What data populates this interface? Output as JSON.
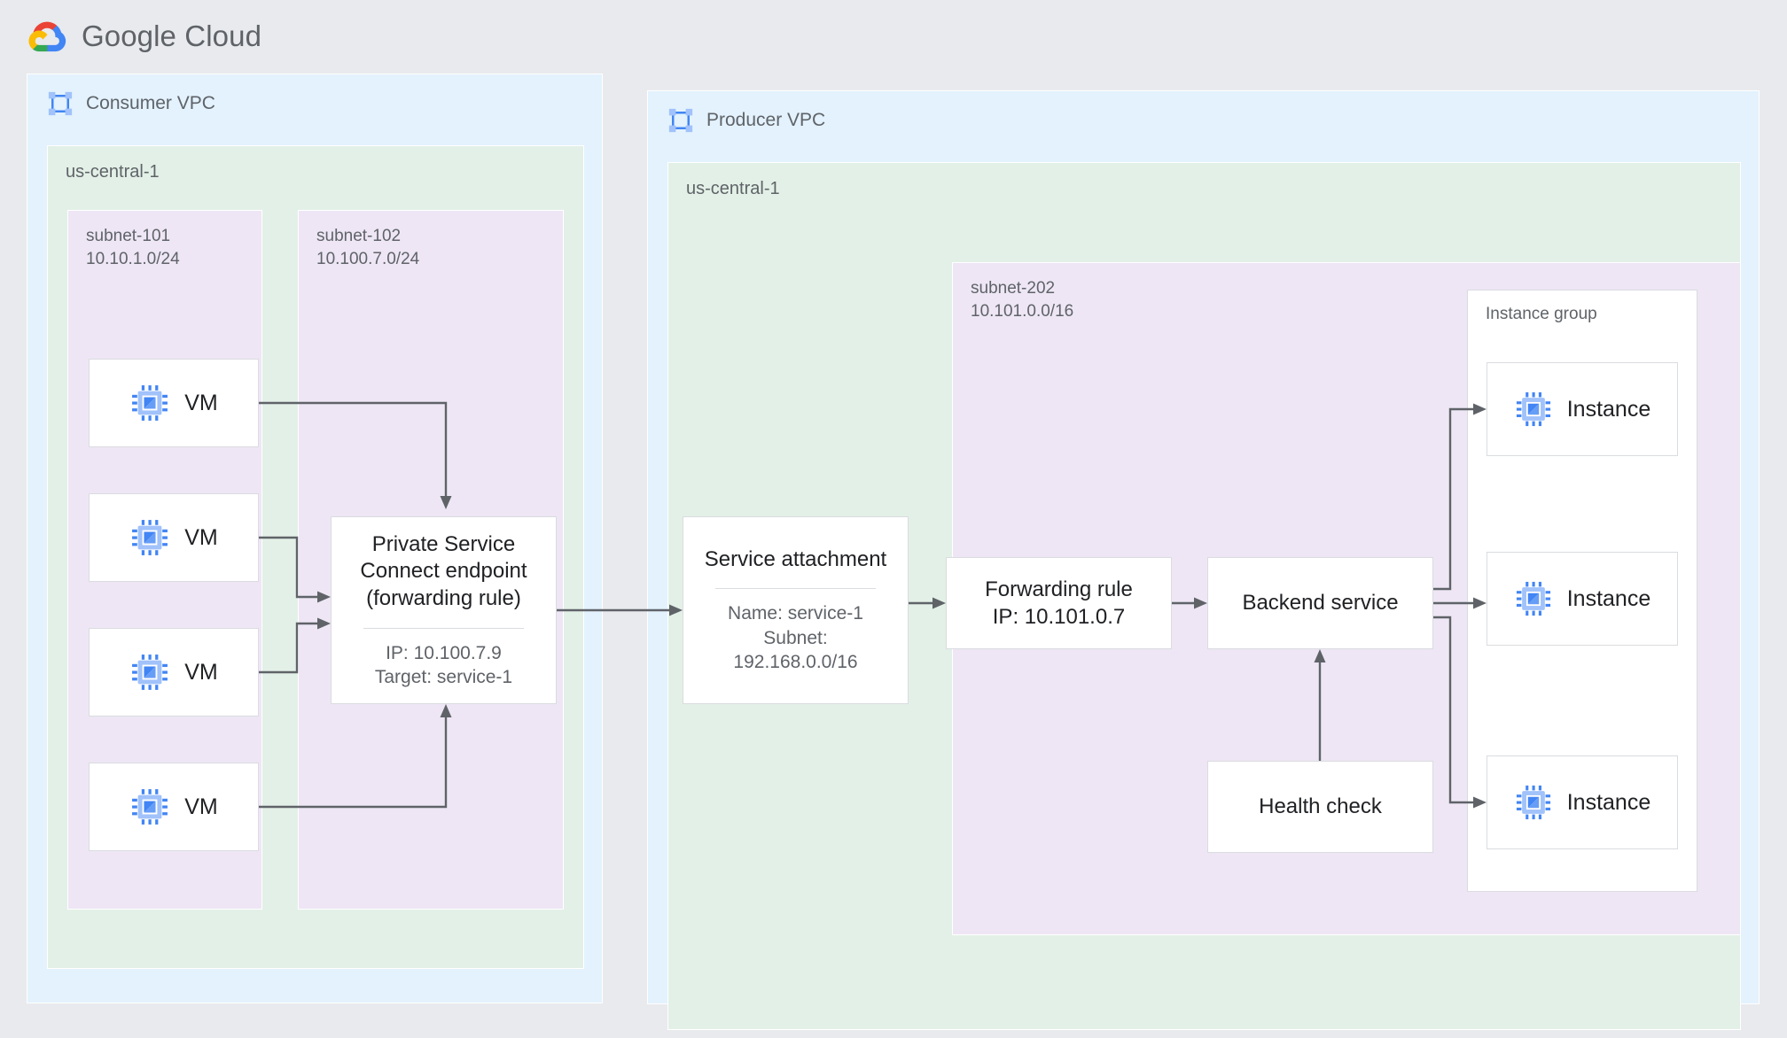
{
  "brand": {
    "name_bold": "Google",
    "name_light": "Cloud",
    "logo": "google-cloud-logo"
  },
  "consumer": {
    "vpc_title": "Consumer VPC",
    "vpc_icon": "vpc-network-icon",
    "region_title": "us-central-1",
    "subnets": [
      {
        "name": "subnet-101",
        "cidr": "10.10.1.0/24"
      },
      {
        "name": "subnet-102",
        "cidr": "10.100.7.0/24"
      }
    ],
    "vms": [
      {
        "label": "VM",
        "icon": "compute-engine-icon"
      },
      {
        "label": "VM",
        "icon": "compute-engine-icon"
      },
      {
        "label": "VM",
        "icon": "compute-engine-icon"
      },
      {
        "label": "VM",
        "icon": "compute-engine-icon"
      }
    ],
    "endpoint": {
      "title_line1": "Private Service",
      "title_line2": "Connect endpoint",
      "title_line3": "(forwarding rule)",
      "ip": "IP: 10.100.7.9",
      "target": "Target: service-1"
    }
  },
  "producer": {
    "vpc_title": "Producer VPC",
    "vpc_icon": "vpc-network-icon",
    "region_title": "us-central-1",
    "subnet": {
      "name": "subnet-202",
      "cidr": "10.101.0.0/16"
    },
    "service_attachment": {
      "title": "Service attachment",
      "name": "Name: service-1",
      "subnet_label": "Subnet:",
      "subnet_cidr": "192.168.0.0/16"
    },
    "forwarding_rule": {
      "line1": "Forwarding rule",
      "line2": "IP: 10.101.0.7"
    },
    "backend_service": {
      "label": "Backend service"
    },
    "health_check": {
      "label": "Health check"
    },
    "instance_group": {
      "title": "Instance group",
      "instances": [
        {
          "label": "Instance",
          "icon": "compute-engine-icon"
        },
        {
          "label": "Instance",
          "icon": "compute-engine-icon"
        },
        {
          "label": "Instance",
          "icon": "compute-engine-icon"
        }
      ]
    }
  },
  "colors": {
    "page_background": "#e8eaed",
    "vpc_fill": "#e3f2fd",
    "region_fill": "#e3f0e7",
    "subnet_fill": "#eee6f5",
    "node_fill": "#ffffff",
    "node_border": "#dadce0",
    "connector": "#5f6368",
    "text_primary": "#202124",
    "text_secondary": "#5f6368",
    "icon_blue": "#4285f4",
    "icon_blue_light": "#a1c2fa"
  }
}
